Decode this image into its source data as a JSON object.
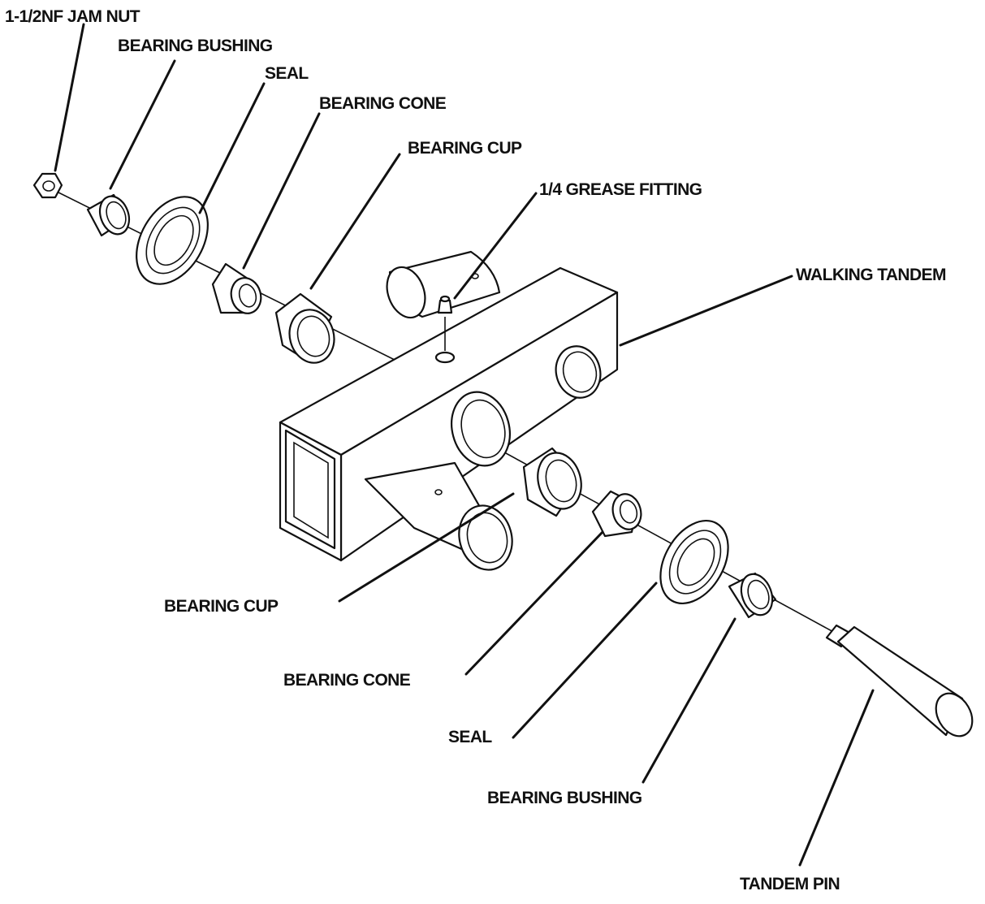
{
  "labels": {
    "jam_nut": "1-1/2NF JAM NUT",
    "bearing_bushing_top": "BEARING BUSHING",
    "seal_top": "SEAL",
    "bearing_cone_top": "BEARING CONE",
    "bearing_cup_top": "BEARING CUP",
    "grease_fitting": "1/4 GREASE FITTING",
    "walking_tandem": "WALKING TANDEM",
    "bearing_cup_bottom": "BEARING CUP",
    "bearing_cone_bottom": "BEARING CONE",
    "seal_bottom": "SEAL",
    "bearing_bushing_bottom": "BEARING BUSHING",
    "tandem_pin": "TANDEM PIN"
  }
}
